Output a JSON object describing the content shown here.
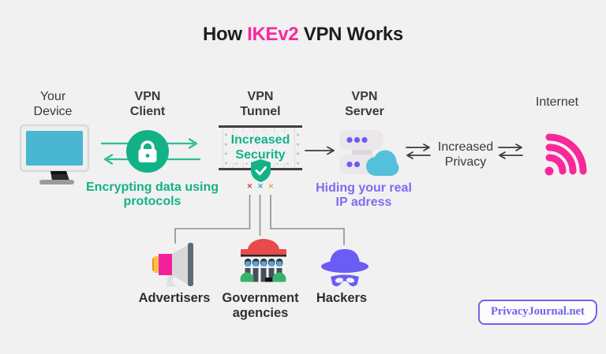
{
  "title": {
    "pre": "How ",
    "highlight": "IKEv2",
    "post": " VPN Works"
  },
  "flow": {
    "device": {
      "label": "Your\nDevice"
    },
    "client": {
      "label": "VPN\nClient",
      "caption": "Encrypting data using\nprotocols"
    },
    "tunnel": {
      "label": "VPN\nTunnel",
      "inner": "Increased\nSecurity",
      "marks": [
        "✕",
        "✕",
        "✕"
      ]
    },
    "server": {
      "label": "VPN\nServer",
      "caption": "Hiding your real\nIP adress"
    },
    "privacy": {
      "label": "Increased\nPrivacy"
    },
    "internet": {
      "label": "Internet"
    }
  },
  "threats": [
    {
      "label": "Advertisers",
      "icon": "megaphone-icon"
    },
    {
      "label": "Government\nagencies",
      "icon": "government-building-icon"
    },
    {
      "label": "Hackers",
      "icon": "spy-icon"
    }
  ],
  "badge": {
    "label": "PrivacyJournal.net"
  },
  "colors": {
    "background": "#F2F1F1",
    "pink": "#F8289B",
    "teal": "#12B287",
    "caption_purple": "#7B6CF0",
    "icon_purple": "#6A5CF5",
    "screen_cyan": "#49B6D2",
    "cloud_cyan": "#55C0DA",
    "dark": "#2E2E2E",
    "connector_gray": "#8F8F8F"
  }
}
